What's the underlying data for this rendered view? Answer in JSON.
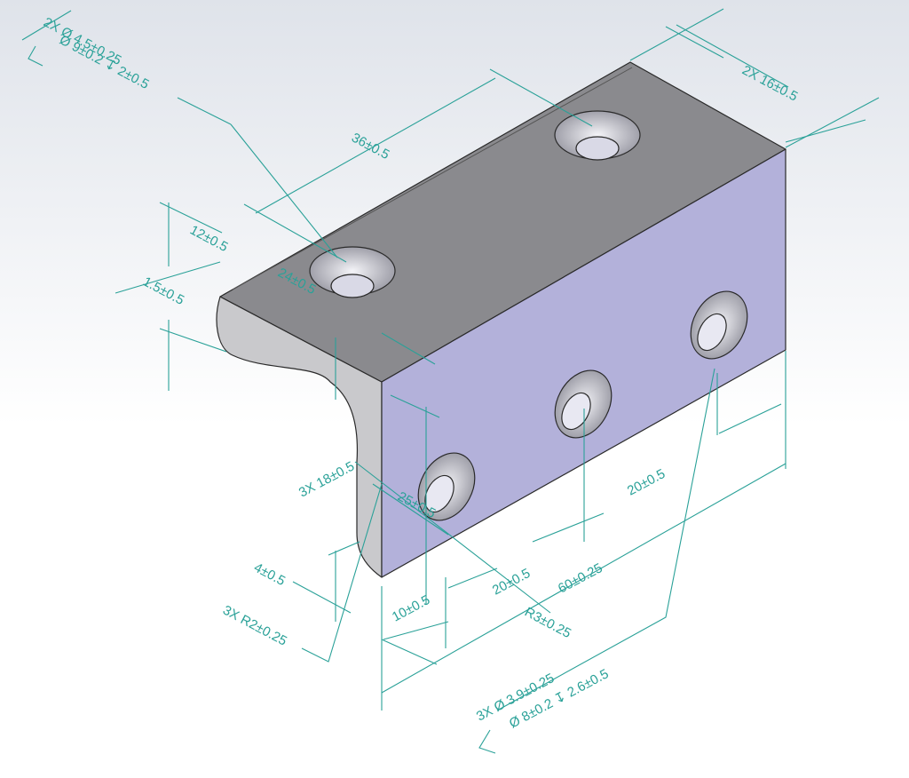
{
  "colors": {
    "dimension": "#2aa198",
    "top_face": "#8a8a8e",
    "front_face": "#b3b1da",
    "side_face": "#c9c9cc",
    "edge": "#2a2a2a",
    "background_top": "#dfe3ea",
    "background_bottom": "#ffffff"
  },
  "dimensions": {
    "csk_top_line1": "2X Ø 4.5±0.25",
    "csk_top_line2": "Ø 9±0.2 ↧ 2±0.5",
    "width_top": "2X 16±0.5",
    "length_36": "36±0.5",
    "d_12": "12±0.5",
    "thick_top": "1.5±0.5",
    "d_24": "24±0.5",
    "d_18": "3X 18±0.5",
    "d_25": "25±0.5",
    "d_20_right": "20±0.5",
    "d_20_bottom": "20±0.5",
    "d_60": "60±0.25",
    "d_4": "4±0.5",
    "radius_2": "3X R2±0.25",
    "d_10": "10±0.5",
    "radius_3": "R3±0.25",
    "csk_front_line1": "3X Ø 3.9±0.25",
    "csk_front_line2": "Ø 8±0.2 ↧ 2.6±0.5"
  }
}
